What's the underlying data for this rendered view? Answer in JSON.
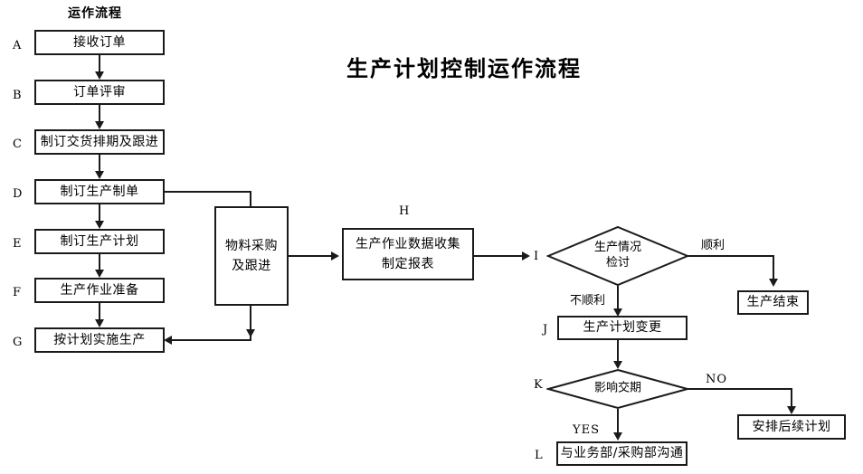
{
  "title": "生产计划控制运作流程",
  "column_header": "运作流程",
  "steps": [
    {
      "id": "A",
      "label": "接收订单"
    },
    {
      "id": "B",
      "label": "订单评审"
    },
    {
      "id": "C",
      "label": "制订交货排期及跟进"
    },
    {
      "id": "D",
      "label": "制订生产制单"
    },
    {
      "id": "E",
      "label": "制订生产计划"
    },
    {
      "id": "F",
      "label": "生产作业准备"
    },
    {
      "id": "G",
      "label": "按计划实施生产"
    },
    {
      "id": "H",
      "label_line1": "生产作业数据收集",
      "label_line2": "制定报表"
    },
    {
      "id": "I",
      "label_line1": "生产情况",
      "label_line2": "检讨"
    },
    {
      "id": "J",
      "label": "生产计划变更"
    },
    {
      "id": "K",
      "label": "影响交期"
    },
    {
      "id": "L",
      "label": "与业务部/采购部沟通"
    }
  ],
  "side_boxes": [
    {
      "id": "material",
      "label_line1": "物料采购",
      "label_line2": "及跟进"
    },
    {
      "id": "end",
      "label": "生产结束"
    },
    {
      "id": "followup",
      "label": "安排后续计划"
    }
  ],
  "edge_labels": {
    "smooth": "顺利",
    "not_smooth": "不顺利",
    "no": "NO",
    "yes": "YES"
  },
  "colors": {
    "line": "#1a1a1a",
    "text": "#000000",
    "background": "#ffffff"
  }
}
